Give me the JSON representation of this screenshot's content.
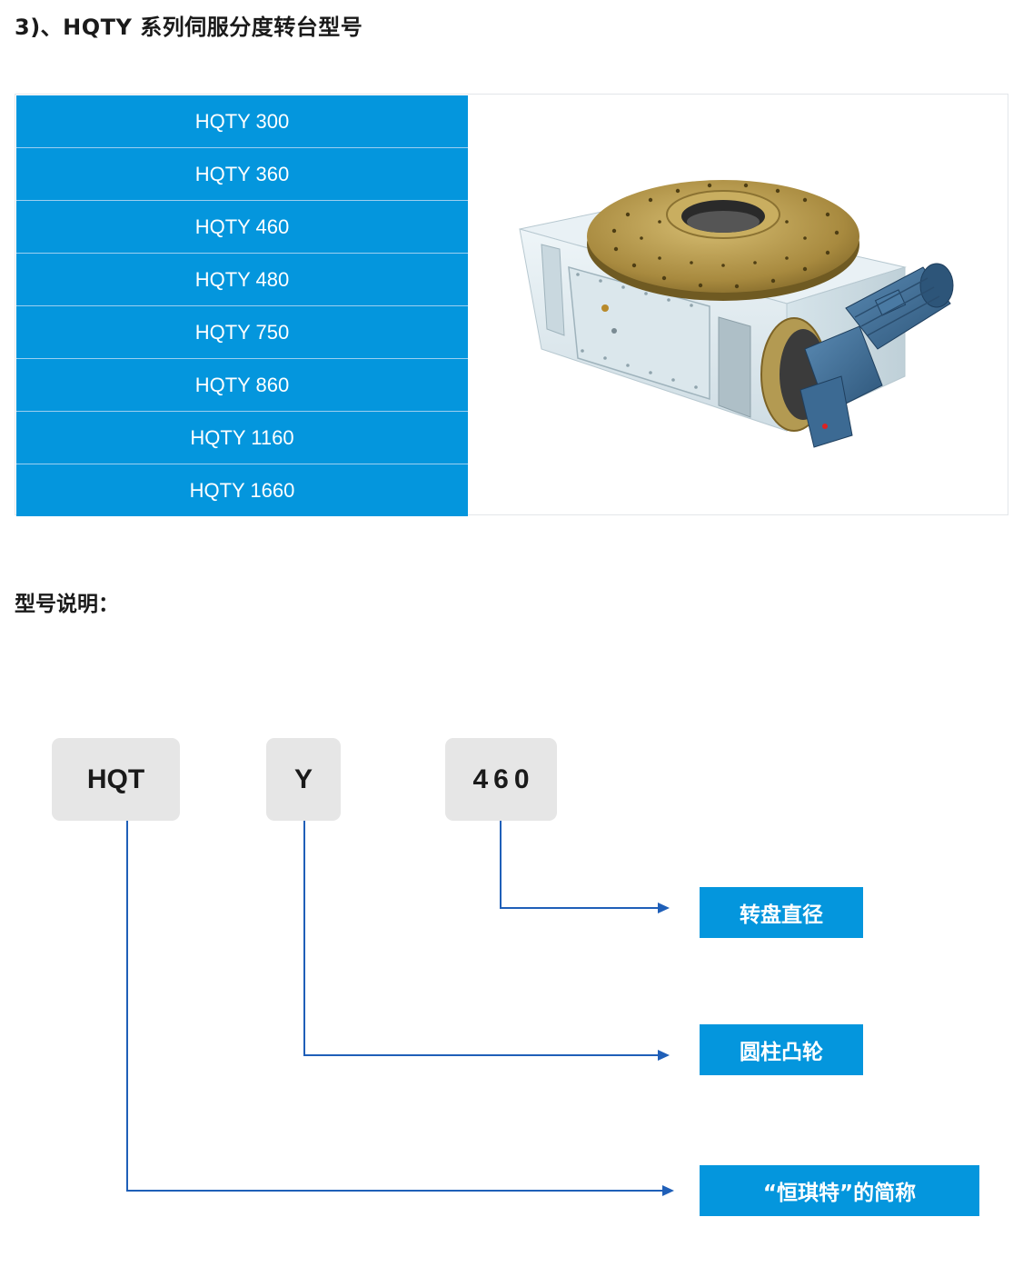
{
  "heading": "3)、HQTY 系列伺服分度转台型号",
  "models": [
    "HQTY 300",
    "HQTY 360",
    "HQTY 460",
    "HQTY 480",
    "HQTY 750",
    "HQTY 860",
    "HQTY 1160",
    "HQTY 1660"
  ],
  "product_image": {
    "icon": "servo-indexing-rotary-table-illustration",
    "colors": {
      "body": "#e3eef3",
      "turntable": "#b39a52",
      "motor": "#3f6f9a",
      "accent": "#0496dd"
    }
  },
  "section_title": "型号说明：",
  "code_parts": {
    "brand": "HQT",
    "type": "Y",
    "size": "460"
  },
  "meanings": {
    "size": "转盘直径",
    "type": "圆柱凸轮",
    "brand": "“恒琪特”的简称"
  },
  "colors": {
    "accent_blue": "#0496dd",
    "arrow_blue": "#1f5fb8",
    "code_box_gray": "#e6e6e6"
  }
}
